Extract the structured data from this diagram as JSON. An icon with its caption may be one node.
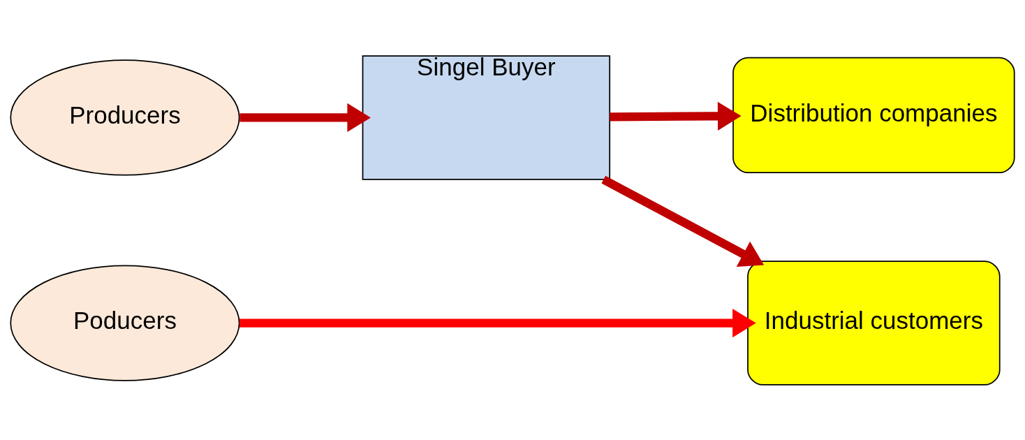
{
  "diagram": {
    "nodes": [
      {
        "text": [
          "Producers"
        ]
      },
      {
        "text": [
          "Singel Buyer"
        ]
      },
      {
        "text": [
          "Distribution companies"
        ]
      },
      {
        "text": [
          "Poducers"
        ]
      },
      {
        "text": [
          "Industrial customers"
        ]
      }
    ],
    "edges": [
      {
        "from": 0,
        "to": 1,
        "arrow": "to"
      },
      {
        "from": 1,
        "to": 2,
        "arrow": "to"
      },
      {
        "from": 1,
        "to": 4,
        "arrow": "to"
      },
      {
        "from": 3,
        "to": 4,
        "arrow": "to",
        "color": "#ff0000"
      }
    ]
  }
}
